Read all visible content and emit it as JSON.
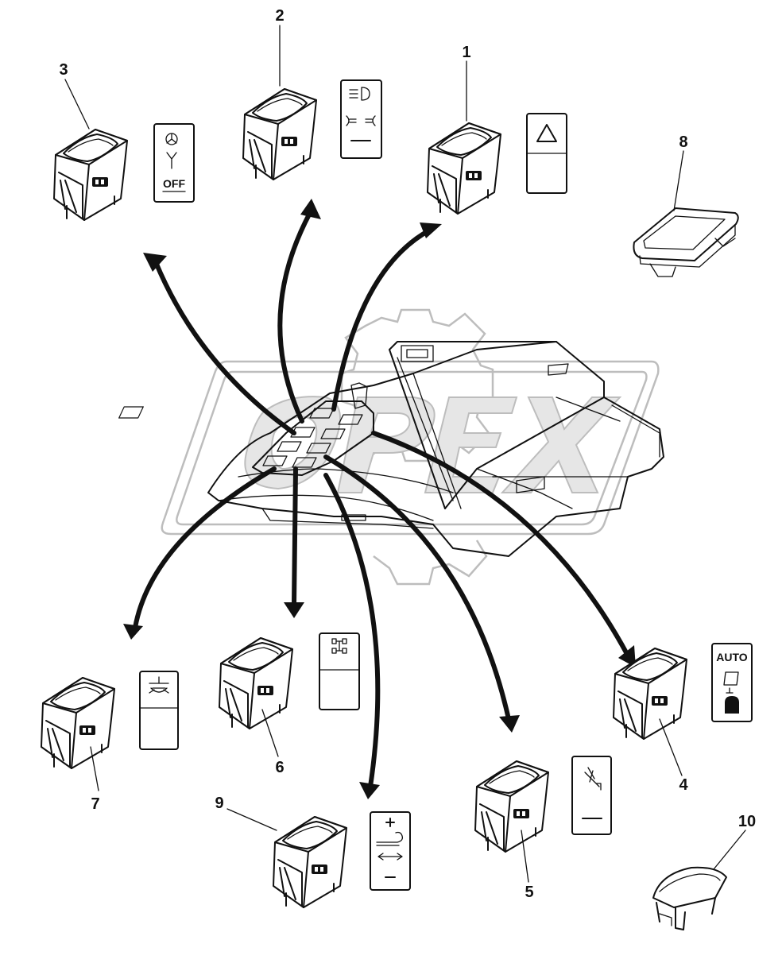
{
  "callouts": [
    "1",
    "2",
    "3",
    "4",
    "5",
    "6",
    "7",
    "8",
    "9",
    "10"
  ],
  "symbols": {
    "switch3_off": "OFF",
    "switch4_auto": "AUTO"
  },
  "watermark": "OPEX"
}
